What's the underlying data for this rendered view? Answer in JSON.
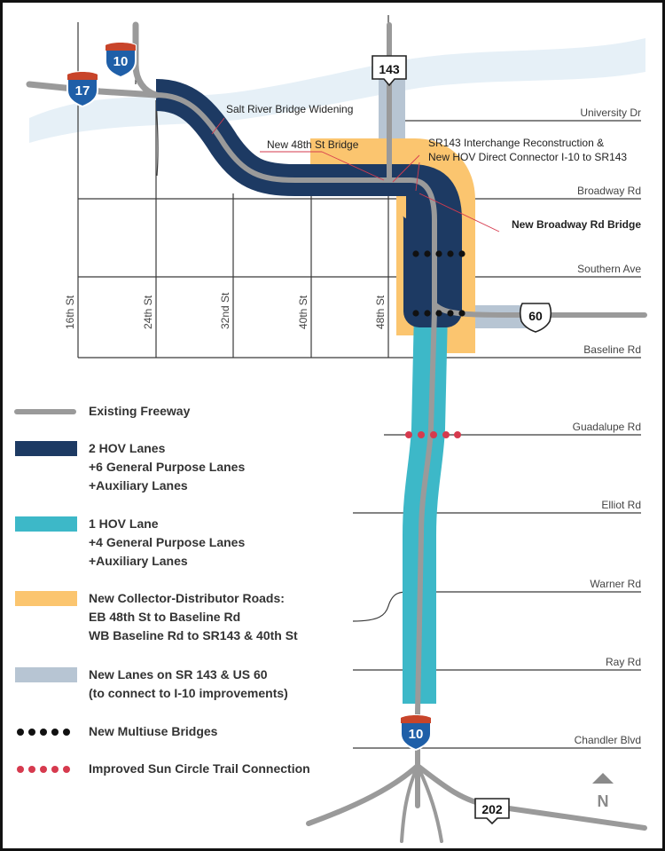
{
  "colors": {
    "existing_freeway": "#9a9a9a",
    "hov2": "#1d3a63",
    "hov1": "#3db8c8",
    "collector": "#fbc56f",
    "new_lanes": "#b7c5d3",
    "multiuse_bridge": "#111111",
    "sun_circle": "#d63a4e",
    "river": "#e6f0f7",
    "interstate_blue": "#1f5fa8",
    "interstate_red": "#c8442a"
  },
  "streets": {
    "university": "University Dr",
    "broadway": "Broadway Rd",
    "southern": "Southern Ave",
    "baseline": "Baseline Rd",
    "guadalupe": "Guadalupe Rd",
    "elliot": "Elliot Rd",
    "warner": "Warner Rd",
    "ray": "Ray Rd",
    "chandler": "Chandler Blvd",
    "st16": "16th St",
    "st24": "24th St",
    "st32": "32nd St",
    "st40": "40th St",
    "st48": "48th St"
  },
  "callouts": {
    "salt_river": "Salt River Bridge Widening",
    "new_48th": "New 48th St Bridge",
    "sr143_line1": "SR143 Interchange Reconstruction &",
    "sr143_line2": "New HOV Direct Connector I-10 to SR143",
    "broadway_bridge": "New Broadway Rd Bridge"
  },
  "shields": {
    "i10_top": "10",
    "i17": "17",
    "sr143": "143",
    "us60": "60",
    "i10_bottom": "10",
    "sr202": "202"
  },
  "north_label": "N",
  "legend": [
    {
      "key": "existing",
      "color": "#9a9a9a",
      "style": "thin",
      "lines": [
        "Existing Freeway"
      ]
    },
    {
      "key": "hov2",
      "color": "#1d3a63",
      "style": "thick",
      "lines": [
        "2 HOV Lanes",
        "+6 General Purpose Lanes",
        "+Auxiliary Lanes"
      ]
    },
    {
      "key": "hov1",
      "color": "#3db8c8",
      "style": "thick",
      "lines": [
        "1 HOV Lane",
        "+4 General Purpose Lanes",
        "+Auxiliary Lanes"
      ]
    },
    {
      "key": "collector",
      "color": "#fbc56f",
      "style": "thick",
      "lines": [
        "New Collector-Distributor Roads:",
        "EB 48th St to Baseline Rd",
        "WB Baseline Rd to SR143 & 40th St"
      ]
    },
    {
      "key": "new_lanes",
      "color": "#b7c5d3",
      "style": "thick",
      "lines": [
        "New Lanes on SR 143 & US 60",
        "(to connect to I-10 improvements)"
      ]
    },
    {
      "key": "multiuse",
      "color": "#111111",
      "style": "dots",
      "lines": [
        "New Multiuse Bridges"
      ]
    },
    {
      "key": "suncircle",
      "color": "#d63a4e",
      "style": "dots",
      "lines": [
        "Improved Sun Circle Trail Connection"
      ]
    }
  ]
}
